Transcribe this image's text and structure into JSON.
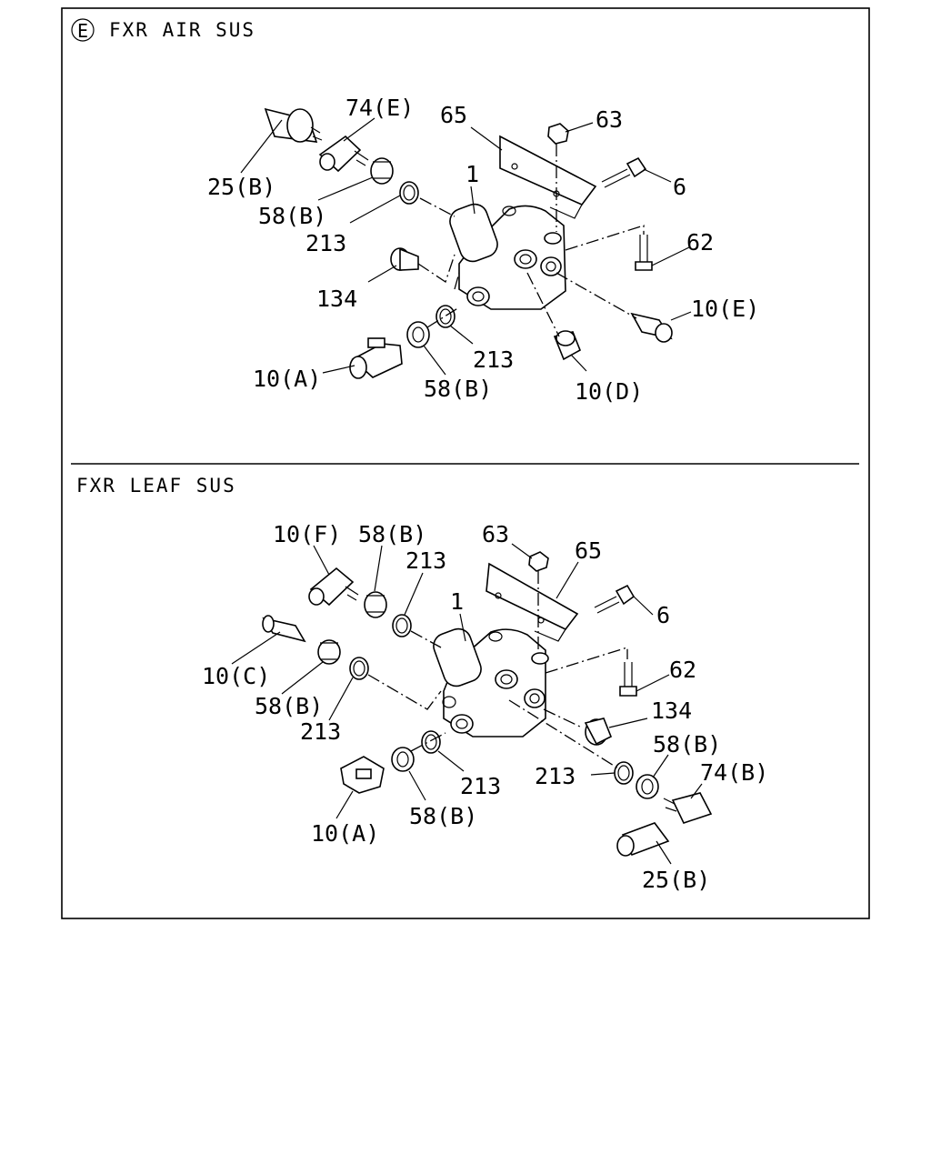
{
  "sections": [
    {
      "badge": "E",
      "title": "FXR AIR SUS",
      "labels": [
        "25(B)",
        "74(E)",
        "65",
        "63",
        "6",
        "58(B)",
        "213",
        "1",
        "62",
        "134",
        "10(E)",
        "213",
        "10(A)",
        "58(B)",
        "10(D)"
      ]
    },
    {
      "title": "FXR LEAF SUS",
      "labels": [
        "10(F)",
        "58(B)",
        "63",
        "65",
        "213",
        "1",
        "6",
        "10(C)",
        "62",
        "58(B)",
        "213",
        "134",
        "58(B)",
        "74(B)",
        "213",
        "213",
        "10(A)",
        "58(B)",
        "25(B)"
      ]
    }
  ]
}
